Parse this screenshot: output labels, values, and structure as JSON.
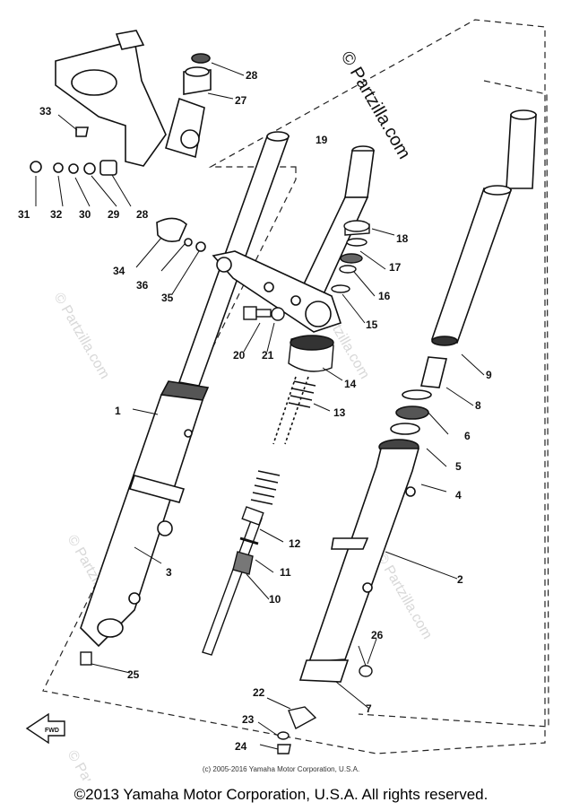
{
  "watermark": {
    "brand": "© Partzilla.com",
    "faint": "© Partzilla.com"
  },
  "callouts": [
    "1",
    "2",
    "3",
    "4",
    "5",
    "6",
    "7",
    "8",
    "9",
    "10",
    "11",
    "12",
    "13",
    "14",
    "15",
    "16",
    "17",
    "18",
    "19",
    "20",
    "21",
    "22",
    "23",
    "24",
    "25",
    "26",
    "27",
    "28",
    "28",
    "29",
    "30",
    "31",
    "32",
    "33",
    "34",
    "35",
    "36"
  ],
  "fwd_label": "FWD",
  "footer": {
    "small": "(c) 2005-2016 Yamaha Motor Corporation, U.S.A.",
    "main": "©2013 Yamaha Motor Corporation, U.S.A. All rights reserved."
  }
}
